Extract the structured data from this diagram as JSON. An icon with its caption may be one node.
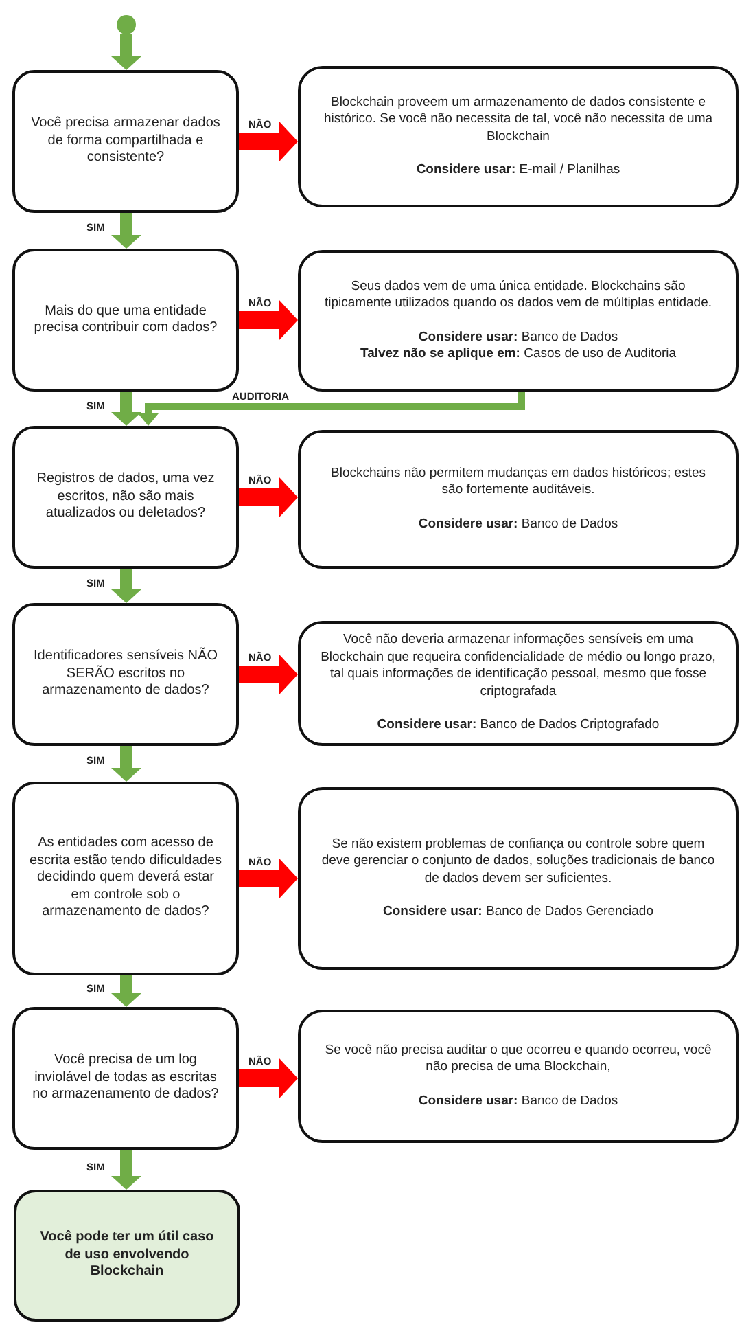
{
  "diagram": {
    "nodes": [
      {
        "text": [],
        "shape": "circle"
      },
      {
        "text": [
          "Você precisa armazenar dados de forma compartilhada e consistente?"
        ]
      },
      {
        "text": [
          "Blockchain proveem um armazenamento de dados consistente e histórico. Se você não necessita de tal, você não necessita de uma Blockchain",
          "**Considere usar:** E-mail / Planilhas"
        ]
      },
      {
        "text": [
          "Mais do que uma entidade precisa contribuir com dados?"
        ]
      },
      {
        "text": [
          "Seus dados vem de uma única entidade. Blockchains são tipicamente utilizados quando os dados vem de múltiplas entidade.",
          "**Considere usar:** Banco de Dados",
          "**Talvez não se aplique em:** Casos de uso de Auditoria"
        ]
      },
      {
        "text": [
          "Registros de dados, uma vez escritos, não são mais atualizados ou deletados?"
        ]
      },
      {
        "text": [
          "Blockchains não permitem mudanças em dados históricos; estes são fortemente auditáveis.",
          "**Considere usar:** Banco de Dados"
        ]
      },
      {
        "text": [
          "Identificadores sensíveis NÃO SERÃO escritos no armazenamento de dados?"
        ]
      },
      {
        "text": [
          "Você não deveria armazenar informações sensíveis em uma Blockchain que requeira confidencialidade de médio ou longo prazo, tal quais informações de identificação pessoal, mesmo que fosse criptografada",
          "**Considere usar:** Banco de Dados Criptografado"
        ]
      },
      {
        "text": [
          "As entidades com acesso de escrita estão tendo dificuldades decidindo quem deverá estar em controle sob o armazenamento de dados?"
        ]
      },
      {
        "text": [
          "Se não existem problemas de confiança ou controle sobre quem deve gerenciar o conjunto de dados, soluções tradicionais de banco de dados devem ser suficientes.",
          "**Considere usar:** Banco de Dados Gerenciado"
        ]
      },
      {
        "text": [
          "Você precisa de um log inviolável de todas as escritas no armazenamento de dados?"
        ]
      },
      {
        "text": [
          "Se você não precisa auditar o que ocorreu e quando ocorreu, você não precisa de uma Blockchain,",
          "**Considere usar:** Banco de Dados"
        ]
      },
      {
        "text": [
          "Você pode ter um útil caso de uso envolvendo Blockchain"
        ]
      }
    ],
    "edges": [
      {
        "from": 0,
        "to": 1,
        "arrow": "to"
      },
      {
        "from": 1,
        "to": 2,
        "label": "NÃO",
        "arrow": "to",
        "color": "#ff0000"
      },
      {
        "from": 1,
        "to": 3,
        "label": "SIM",
        "arrow": "to"
      },
      {
        "from": 3,
        "to": 4,
        "label": "NÃO",
        "arrow": "to",
        "color": "#ff0000"
      },
      {
        "from": 4,
        "to": 5,
        "label": "AUDITORIA",
        "arrow": "to"
      },
      {
        "from": 3,
        "to": 5,
        "label": "SIM",
        "arrow": "to"
      },
      {
        "from": 5,
        "to": 6,
        "label": "NÃO",
        "arrow": "to",
        "color": "#ff0000"
      },
      {
        "from": 5,
        "to": 7,
        "label": "SIM",
        "arrow": "to"
      },
      {
        "from": 7,
        "to": 8,
        "label": "NÃO",
        "arrow": "to",
        "color": "#ff0000"
      },
      {
        "from": 7,
        "to": 9,
        "label": "SIM",
        "arrow": "to"
      },
      {
        "from": 9,
        "to": 10,
        "label": "NÃO",
        "arrow": "to",
        "color": "#ff0000"
      },
      {
        "from": 9,
        "to": 11,
        "label": "SIM",
        "arrow": "to"
      },
      {
        "from": 11,
        "to": 12,
        "label": "NÃO",
        "arrow": "to",
        "color": "#ff0000"
      },
      {
        "from": 11,
        "to": 13,
        "label": "SIM",
        "arrow": "to"
      }
    ]
  }
}
